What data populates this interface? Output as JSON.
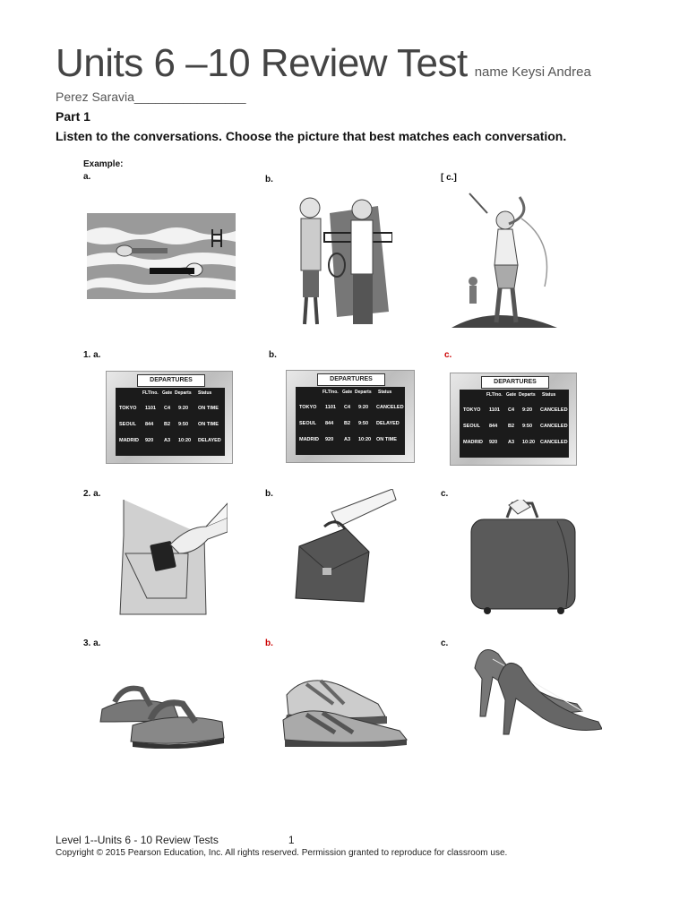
{
  "header": {
    "title": "Units 6 –10 Review Test",
    "name_label": "name Keysi Andrea",
    "name_line2": "Perez Saravia________________",
    "part": "Part 1",
    "instructions": "Listen to the conversations. Choose the picture that best matches each conversation."
  },
  "example": {
    "label": "Example:",
    "a": "a.",
    "b": "b.",
    "c": "[ c.]"
  },
  "q1": {
    "a": "1. a.",
    "b": "b.",
    "c": "c.",
    "boards": [
      {
        "title": "DEPARTURES",
        "cols": [
          "FLT/no.",
          "Gate",
          "Departs",
          "Status"
        ],
        "rows": [
          [
            "TOKYO",
            "1101",
            "C4",
            "9:20",
            "ON TIME"
          ],
          [
            "SEOUL",
            "844",
            "B2",
            "9:50",
            "ON TIME"
          ],
          [
            "MADRID",
            "920",
            "A3",
            "10:20",
            "DELAYED"
          ]
        ]
      },
      {
        "title": "DEPARTURES",
        "cols": [
          "FLT/no.",
          "Gate",
          "Departs",
          "Status"
        ],
        "rows": [
          [
            "TOKYO",
            "1101",
            "C4",
            "9:20",
            "CANCELED"
          ],
          [
            "SEOUL",
            "844",
            "B2",
            "9:50",
            "DELAYED"
          ],
          [
            "MADRID",
            "920",
            "A3",
            "10:20",
            "ON TIME"
          ]
        ]
      },
      {
        "title": "DEPARTURES",
        "cols": [
          "FLT/no.",
          "Gate",
          "Departs",
          "Status"
        ],
        "rows": [
          [
            "TOKYO",
            "1101",
            "C4",
            "9:20",
            "CANCELED"
          ],
          [
            "SEOUL",
            "844",
            "B2",
            "9:50",
            "CANCELED"
          ],
          [
            "MADRID",
            "920",
            "A3",
            "10:20",
            "CANCELED"
          ]
        ]
      }
    ]
  },
  "q2": {
    "a": "2. a.",
    "b": "b.",
    "c": "c."
  },
  "q3": {
    "a": "3. a.",
    "b": "b.",
    "c": "c."
  },
  "footer": {
    "level": "Level 1--Units 6 - 10 Review Tests",
    "page": "1",
    "copyright": "Copyright © 2015 Pearson Education, Inc. All rights reserved. Permission granted to reproduce for classroom use."
  },
  "colors": {
    "answer_red": "#cc0000",
    "ink": "#222222"
  }
}
